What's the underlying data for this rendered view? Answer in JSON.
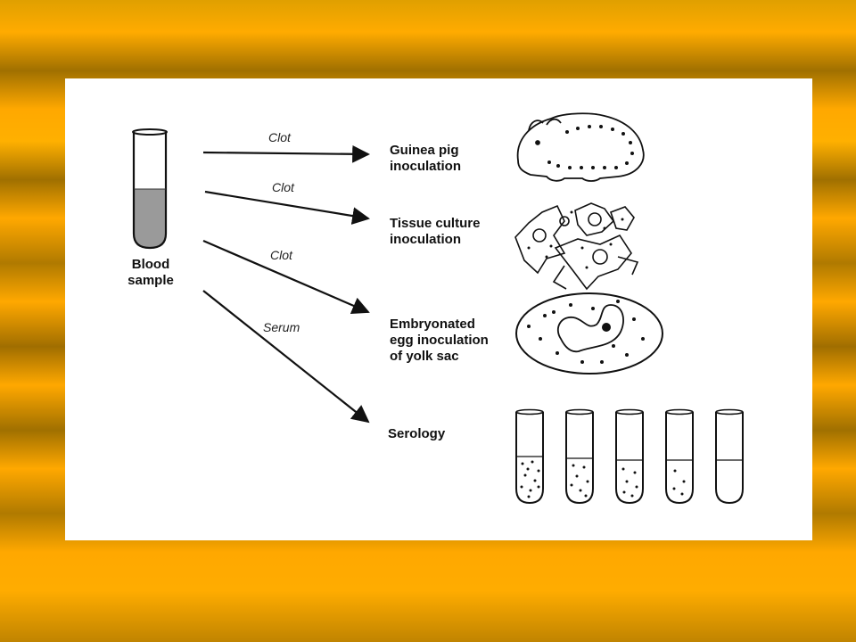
{
  "source": {
    "label": "Blood\nsample"
  },
  "edges": [
    {
      "label": "Clot"
    },
    {
      "label": "Clot"
    },
    {
      "label": "Clot"
    },
    {
      "label": "Serum"
    }
  ],
  "targets": [
    {
      "label": "Guinea pig\ninoculation",
      "icon": "guinea-pig-icon"
    },
    {
      "label": "Tissue culture\ninoculation",
      "icon": "tissue-culture-icon"
    },
    {
      "label": "Embryonated\negg inoculation\nof yolk sac",
      "icon": "egg-icon"
    },
    {
      "label": "Serology",
      "icon": "test-tubes-icon"
    }
  ],
  "colors": {
    "frame": "#ffa800",
    "ink": "#111111"
  }
}
